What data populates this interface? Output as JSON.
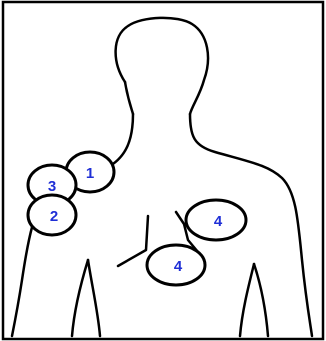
{
  "markers": [
    {
      "id": "1",
      "label": "1"
    },
    {
      "id": "3",
      "label": "3"
    },
    {
      "id": "2",
      "label": "2"
    },
    {
      "id": "4a",
      "label": "4"
    },
    {
      "id": "4b",
      "label": "4"
    }
  ],
  "colors": {
    "outline": "#000000",
    "label": "#1f2fd6",
    "background": "#ffffff"
  }
}
